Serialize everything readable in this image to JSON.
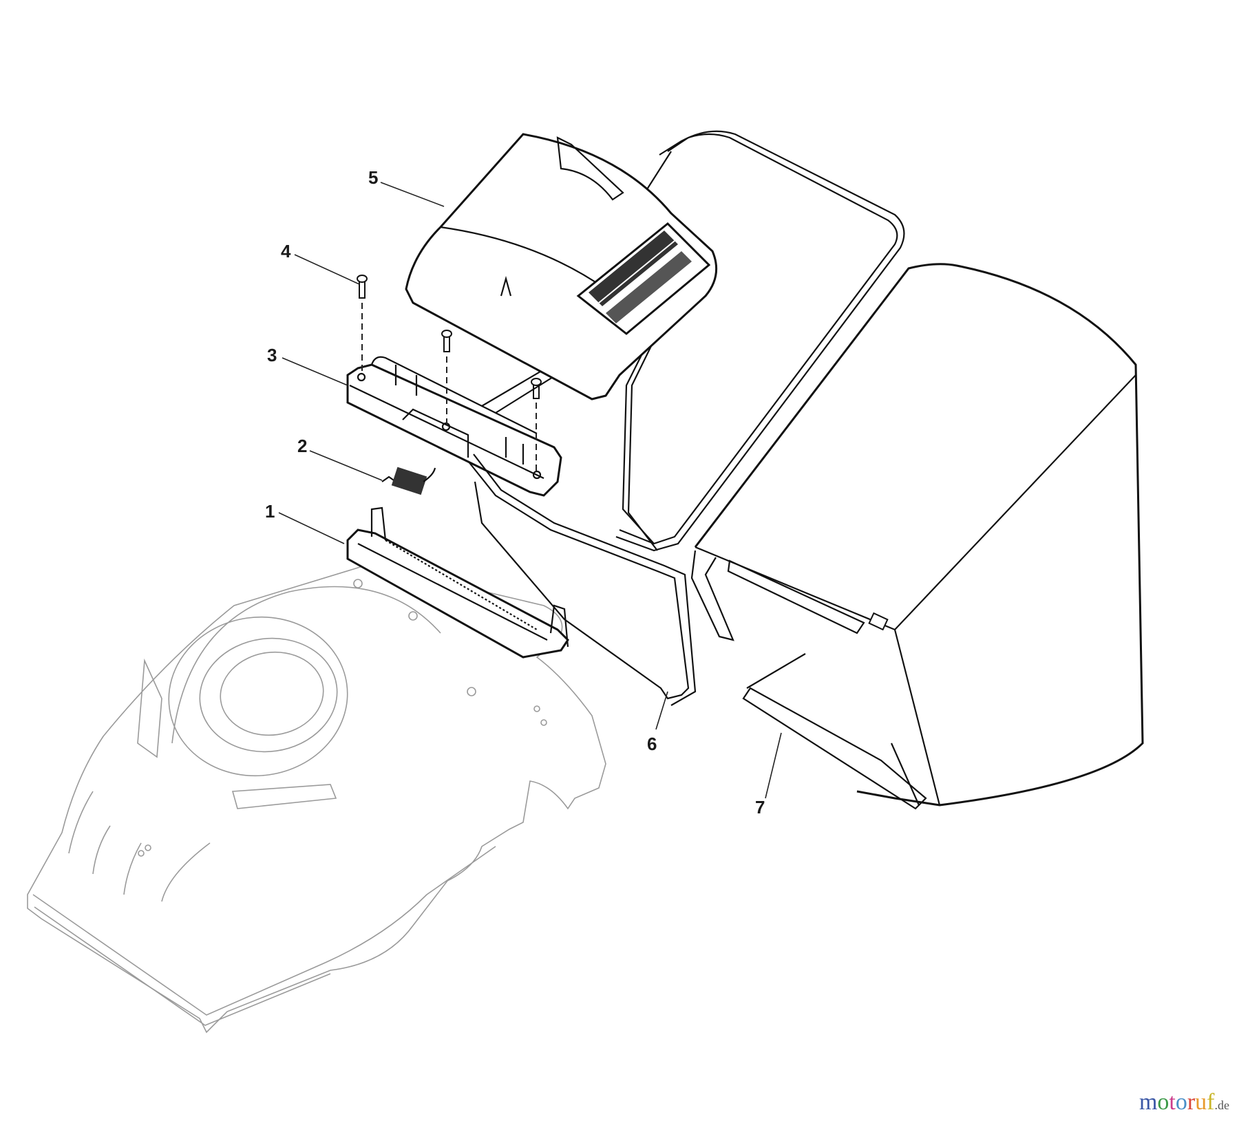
{
  "diagram": {
    "title": "Grass collector / rear flap exploded parts diagram",
    "callouts": [
      {
        "id": "1",
        "label": "1",
        "part": "rear flap hinge bracket"
      },
      {
        "id": "2",
        "label": "2",
        "part": "torsion spring"
      },
      {
        "id": "3",
        "label": "3",
        "part": "rear flap hinge"
      },
      {
        "id": "4",
        "label": "4",
        "part": "screw"
      },
      {
        "id": "5",
        "label": "5",
        "part": "collector lid with warning labels"
      },
      {
        "id": "6",
        "label": "6",
        "part": "collector frame"
      },
      {
        "id": "7",
        "label": "7",
        "part": "grass bag"
      }
    ],
    "background_component": "mower deck (shown faint)"
  },
  "watermark": {
    "letters": [
      "m",
      "o",
      "t",
      "o",
      "r",
      "u",
      "f"
    ],
    "suffix": ".de"
  },
  "colors": {
    "line": "#111111",
    "faint_line": "#9a9a9a",
    "background": "#ffffff"
  }
}
